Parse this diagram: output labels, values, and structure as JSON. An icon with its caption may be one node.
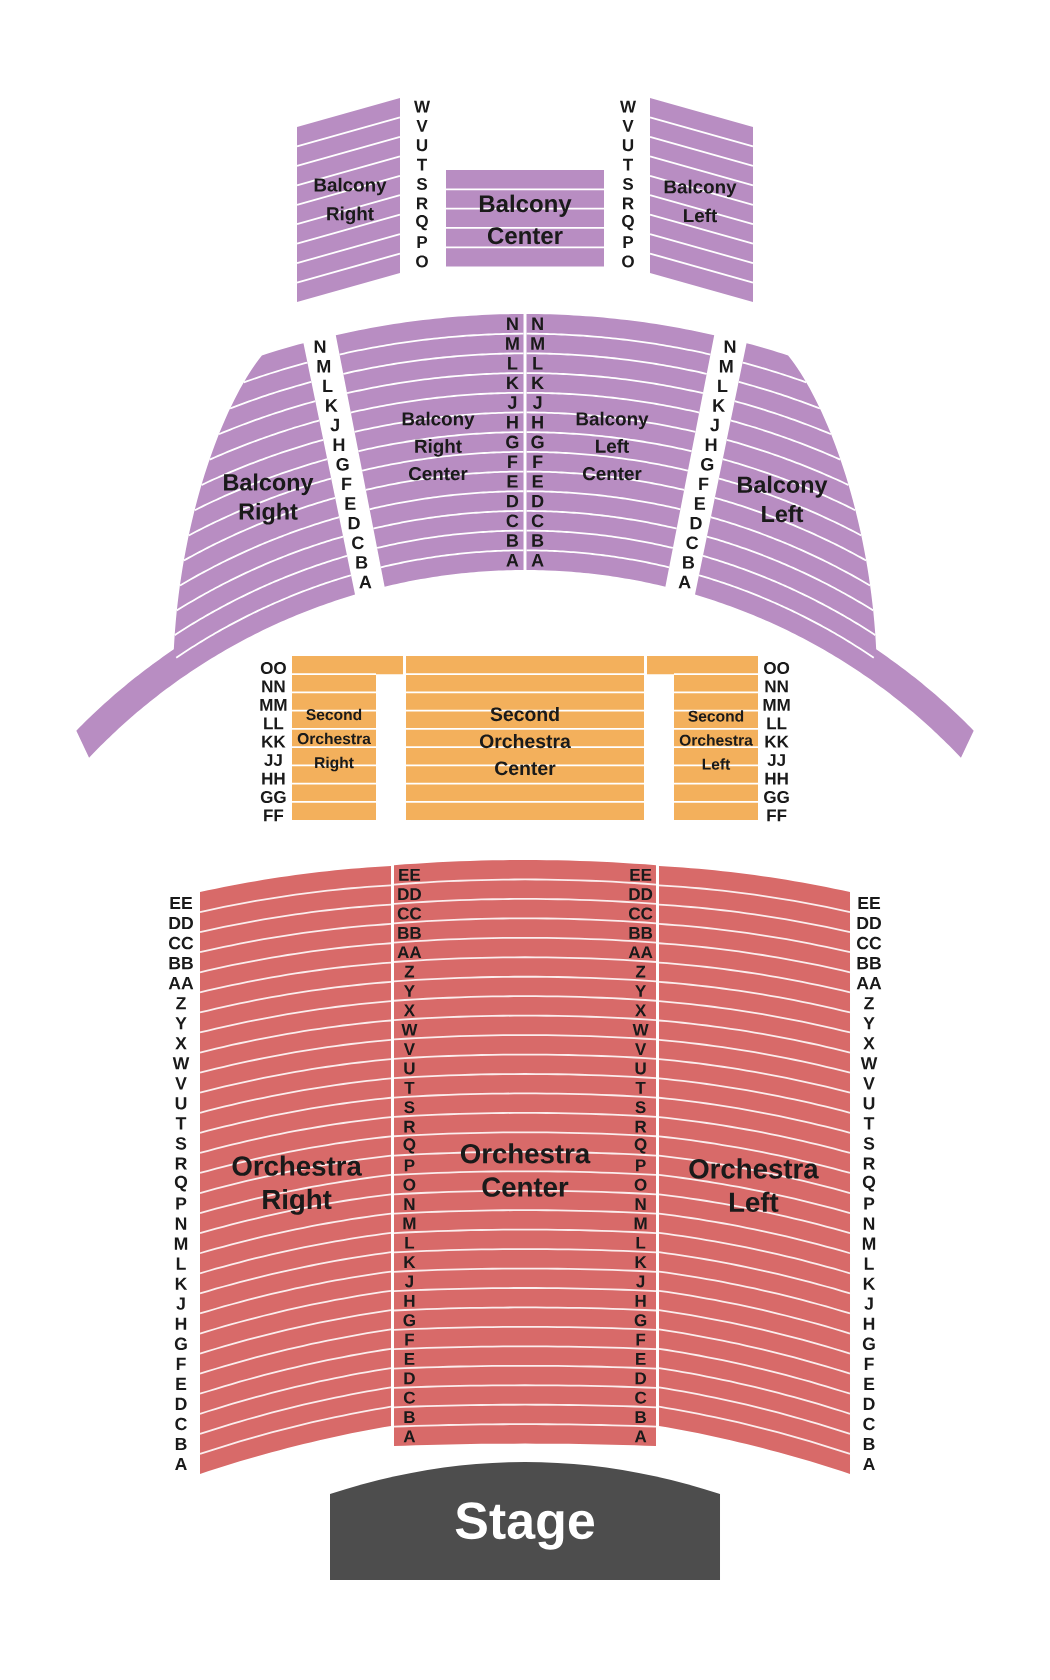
{
  "diagram": {
    "nodes": [
      {
        "text": [
          "Balcony Right"
        ]
      },
      {
        "text": [
          "Balcony Center"
        ]
      },
      {
        "text": [
          "Balcony Left"
        ]
      },
      {
        "text": [
          "Balcony Right"
        ]
      },
      {
        "text": [
          "Balcony Right Center"
        ]
      },
      {
        "text": [
          "Balcony Left Center"
        ]
      },
      {
        "text": [
          "Balcony Left"
        ]
      },
      {
        "text": [
          "Second Orchestra Right"
        ]
      },
      {
        "text": [
          "Second Orchestra Center"
        ]
      },
      {
        "text": [
          "Second Orchestra Left"
        ]
      },
      {
        "text": [
          "Orchestra Right"
        ]
      },
      {
        "text": [
          "Orchestra Center"
        ]
      },
      {
        "text": [
          "Orchestra Left"
        ]
      },
      {
        "text": [
          "Stage"
        ]
      }
    ],
    "labels": [
      "W",
      "V",
      "U",
      "T",
      "S",
      "R",
      "Q",
      "P",
      "O",
      "W",
      "V",
      "U",
      "T",
      "S",
      "R",
      "Q",
      "P",
      "O",
      "N",
      "M",
      "L",
      "K",
      "J",
      "H",
      "G",
      "F",
      "E",
      "D",
      "C",
      "B",
      "A",
      "N",
      "M",
      "L",
      "K",
      "J",
      "H",
      "G",
      "F",
      "E",
      "D",
      "C",
      "B",
      "A",
      "N",
      "M",
      "L",
      "K",
      "J",
      "H",
      "G",
      "F",
      "E",
      "D",
      "C",
      "B",
      "A",
      "N",
      "M",
      "L",
      "K",
      "J",
      "H",
      "G",
      "F",
      "E",
      "D",
      "C",
      "B",
      "A",
      "OO",
      "NN",
      "MM",
      "LL",
      "KK",
      "JJ",
      "HH",
      "GG",
      "FF",
      "OO",
      "NN",
      "MM",
      "LL",
      "KK",
      "JJ",
      "HH",
      "GG",
      "FF",
      "EE",
      "DD",
      "CC",
      "BB",
      "AA",
      "Z",
      "Y",
      "X",
      "W",
      "V",
      "U",
      "T",
      "S",
      "R",
      "Q",
      "P",
      "N",
      "M",
      "L",
      "K",
      "J",
      "H",
      "G",
      "F",
      "E",
      "D",
      "C",
      "B",
      "A",
      "EE",
      "DD",
      "CC",
      "BB",
      "AA",
      "Z",
      "Y",
      "X",
      "W",
      "V",
      "U",
      "T",
      "S",
      "R",
      "Q",
      "P",
      "O",
      "N",
      "M",
      "L",
      "K",
      "J",
      "H",
      "G",
      "F",
      "E",
      "D",
      "C",
      "B",
      "A",
      "EE",
      "DD",
      "CC",
      "BB",
      "AA",
      "Z",
      "Y",
      "X",
      "W",
      "V",
      "U",
      "T",
      "S",
      "R",
      "Q",
      "P",
      "O",
      "N",
      "M",
      "L",
      "K",
      "J",
      "H",
      "G",
      "F",
      "E",
      "D",
      "C",
      "B",
      "A",
      "EE",
      "DD",
      "CC",
      "BB",
      "AA",
      "Z",
      "Y",
      "X",
      "W",
      "V",
      "U",
      "T",
      "S",
      "R",
      "Q",
      "P",
      "N",
      "M",
      "L",
      "K",
      "J",
      "H",
      "G",
      "F",
      "E",
      "D",
      "C",
      "B",
      "A"
    ]
  }
}
